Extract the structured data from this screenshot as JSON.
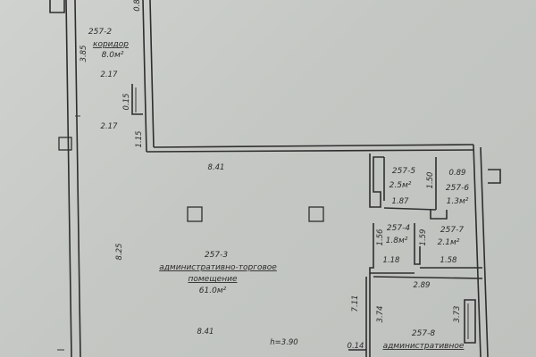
{
  "plan": {
    "corridor": {
      "id": "257-2",
      "name": "коридор",
      "area": "8.0м²",
      "dims": [
        "3.85",
        "2.17",
        "2.17",
        "1.15",
        "0.15",
        "0.8"
      ]
    },
    "main_hall": {
      "id": "257-3",
      "name_line1": "административно-торговое",
      "name_line2": "помещение",
      "area": "61.0м²",
      "dims": {
        "top": "8.41",
        "side": "8.25",
        "bottom": "8.41"
      },
      "height": "h=3.90"
    },
    "room_5": {
      "id": "257-5",
      "area": "2.5м²",
      "dims": [
        "1.87",
        "1.50"
      ]
    },
    "room_6": {
      "id": "257-6",
      "area": "1.3м²",
      "dims": [
        "0.89"
      ]
    },
    "room_4": {
      "id": "257-4",
      "area": "1.8м²",
      "dims": [
        "1.56",
        "1.59",
        "1.18"
      ]
    },
    "room_7": {
      "id": "257-7",
      "area": "2.1м²",
      "dims": [
        "1.58"
      ]
    },
    "room_8": {
      "id": "257-8",
      "name": "административное",
      "dims": [
        "7.11",
        "3.74",
        "3.73",
        "2.89",
        "0.14"
      ]
    }
  }
}
